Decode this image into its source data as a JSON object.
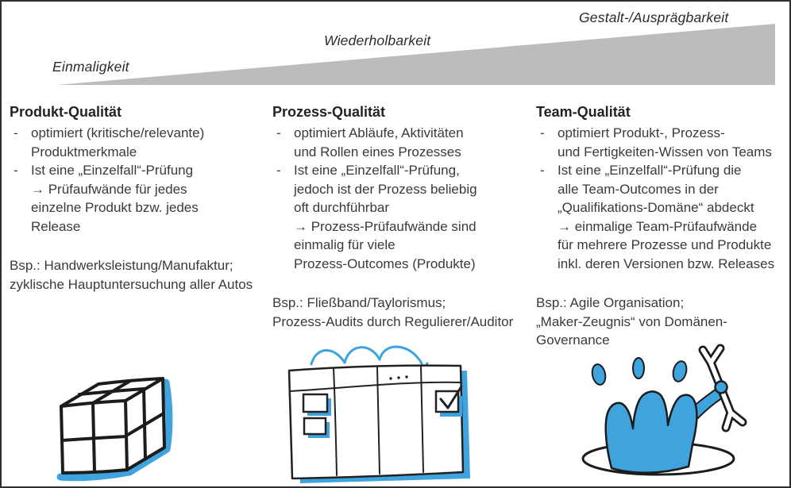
{
  "colors": {
    "accent_blue": "#3FA3DE",
    "ramp_gray": "#BCBCBC",
    "ink": "#2B2B2B"
  },
  "ramp": {
    "labels": [
      {
        "text": "Einmaligkeit"
      },
      {
        "text": "Wiederholbarkeit"
      },
      {
        "text": "Gestalt-/Ausprägbarkeit"
      }
    ]
  },
  "columns": [
    {
      "title": "Produkt-Qualität",
      "bullets": [
        {
          "marker": "-",
          "lines": [
            "optimiert (kritische/relevante)",
            "Produktmerkmale"
          ]
        },
        {
          "marker": "-",
          "lines": [
            "Ist eine „Einzelfall“-Prüfung",
            "→ Prüfaufwände für jedes",
            "einzelne Produkt bzw. jedes",
            "Release"
          ]
        }
      ],
      "example": [
        "Bsp.: Handwerksleistung/Manufaktur;",
        "zyklische Hauptuntersuchung aller Autos"
      ]
    },
    {
      "title": "Prozess-Qualität",
      "bullets": [
        {
          "marker": "-",
          "lines": [
            "optimiert Abläufe, Aktivitäten",
            "und Rollen eines Prozesses"
          ]
        },
        {
          "marker": "-",
          "lines": [
            "Ist eine „Einzelfall“-Prüfung,",
            "jedoch ist der Prozess beliebig",
            "oft durchführbar",
            "→ Prozess-Prüfaufwände sind",
            "einmalig für viele",
            "Prozess-Outcomes (Produkte)"
          ]
        }
      ],
      "example": [
        "Bsp.: Fließband/Taylorismus;",
        "Prozess-Audits durch Regulierer/Auditor"
      ]
    },
    {
      "title": "Team-Qualität",
      "bullets": [
        {
          "marker": "-",
          "lines": [
            "optimiert Produkt-, Prozess-",
            "und Fertigkeiten-Wissen von Teams"
          ]
        },
        {
          "marker": "-",
          "lines": [
            "Ist eine „Einzelfall“-Prüfung die",
            "alle Team-Outcomes in der",
            "„Qualifikations-Domäne“ abdeckt",
            "→ einmalige Team-Prüfaufwände",
            "für mehrere Prozesse und Produkte",
            "inkl. deren Versionen bzw. Releases"
          ]
        }
      ],
      "example": [
        "Bsp.: Agile Organisation;",
        "„Maker-Zeugnis“ von Domänen-Governance"
      ]
    }
  ],
  "illustrations": {
    "product": "stacked-cubes-sketch",
    "process": "kanban-board-with-flow-arrows-sketch",
    "team": "splash-holding-wrench-sketch"
  }
}
